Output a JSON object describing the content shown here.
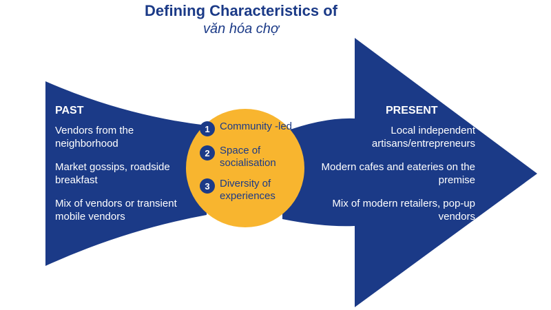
{
  "title": "Defining Characteristics of",
  "subtitle": "văn hóa chợ",
  "colors": {
    "shape_blue": "#1b3a87",
    "circle_yellow": "#f8b52f",
    "text_white": "#ffffff"
  },
  "past": {
    "heading": "PAST",
    "items": [
      "Vendors from the neighborhood",
      "Market gossips, roadside breakfast",
      "Mix of vendors or transient mobile vendors"
    ]
  },
  "present": {
    "heading": "PRESENT",
    "items": [
      "Local independent artisans/entrepreneurs",
      "Modern cafes and eateries on the premise",
      "Mix of modern retailers, pop-up vendors"
    ]
  },
  "characteristics": [
    {
      "number": "1",
      "label": "Community -led"
    },
    {
      "number": "2",
      "label": "Space of socialisation"
    },
    {
      "number": "3",
      "label": "Diversity of experiences"
    }
  ]
}
